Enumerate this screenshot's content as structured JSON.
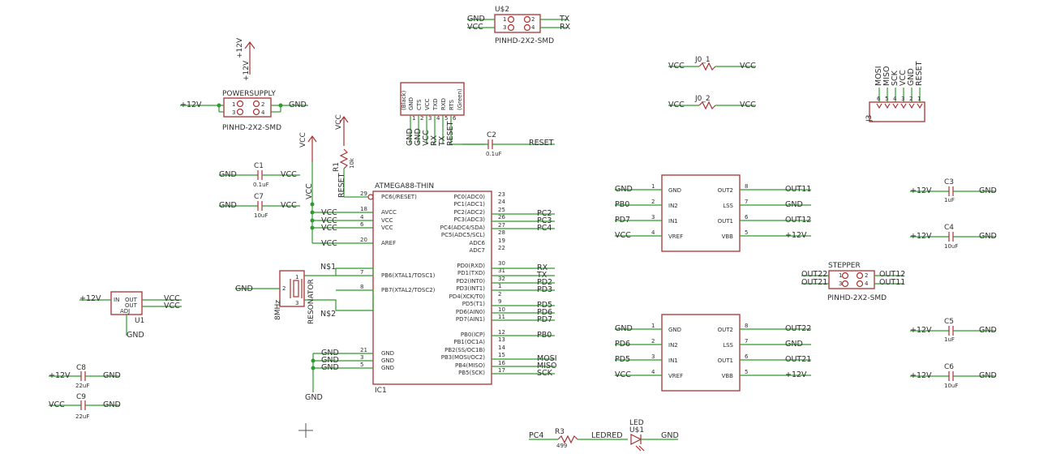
{
  "schematic": {
    "net_gnd": "GND",
    "net_vcc": "VCC",
    "net_12v": "+12V",
    "net_reset": "RESET",
    "net_tx": "TX",
    "net_rx": "RX",
    "net_mosi": "MOSI",
    "net_miso": "MISO",
    "net_sck": "SCK",
    "net_pc2": "PC2",
    "net_pc3": "PC3",
    "net_pc4": "PC4",
    "net_pd2": "PD2",
    "net_pd3": "PD3",
    "net_pd5": "PD5",
    "net_pd6": "PD6",
    "net_pd7": "PD7",
    "net_pb0": "PB0",
    "net_pd5b": "PD5",
    "net_n1": "N$1",
    "net_n2": "N$2",
    "net_ledred": "LEDRED",
    "net_out11": "OUT11",
    "net_out12": "OUT12",
    "net_out21": "OUT21",
    "net_out22": "OUT22",
    "u2": {
      "name": "U$2",
      "value": "PINHD-2X2-SMD",
      "pins": [
        "1",
        "2",
        "3",
        "4"
      ]
    },
    "powersupply": {
      "name": "POWERSUPPLY",
      "value": "PINHD-2X2-SMD",
      "pins": [
        "1",
        "2",
        "3",
        "4"
      ]
    },
    "stepper": {
      "name": "STEPPER",
      "value": "PINHD-2X2-SMD",
      "pins": [
        "1",
        "2",
        "3",
        "4"
      ]
    },
    "j3": {
      "name": "J3",
      "pins": [
        "6",
        "5",
        "4",
        "3",
        "2",
        "1"
      ]
    },
    "ftdi": {
      "pin_labels": [
        "(Black)",
        "GND",
        "CTS",
        "VCC",
        "TXD",
        "RXD",
        "RTS",
        "(Green)"
      ],
      "pin_nums": [
        "1",
        "2",
        "3",
        "4",
        "5",
        "6"
      ]
    },
    "c1": {
      "name": "C1",
      "value": "0.1uF"
    },
    "c2": {
      "name": "C2",
      "value": "0.1uF"
    },
    "c3": {
      "name": "C3",
      "value": "1uF"
    },
    "c4": {
      "name": "C4",
      "value": "10uF"
    },
    "c5": {
      "name": "C5",
      "value": "1uF"
    },
    "c6": {
      "name": "C6",
      "value": "10uF"
    },
    "c7": {
      "name": "C7",
      "value": "10uF"
    },
    "c8": {
      "name": "C8",
      "value": "22uF"
    },
    "c9": {
      "name": "C9",
      "value": "22uF"
    },
    "r1": {
      "name": "R1",
      "value": "10k"
    },
    "r3": {
      "name": "R3",
      "value": "499"
    },
    "j01": {
      "name": "J0_1"
    },
    "j02": {
      "name": "J0_2"
    },
    "u1": {
      "name": "U1",
      "in": "IN",
      "out": "OUT",
      "adj": "ADJ"
    },
    "led": {
      "name": "U$1",
      "value": "LED"
    },
    "resonator": {
      "name": "RESONATOR",
      "value": "8MHz",
      "pins": [
        "1",
        "2",
        "3"
      ]
    },
    "ic1": {
      "name": "IC1",
      "value": "ATMEGA88-THIN",
      "left_pins": [
        {
          "num": "29",
          "label": "PC6(/RESET)"
        },
        {
          "num": "18",
          "label": "AVCC"
        },
        {
          "num": "4",
          "label": "VCC"
        },
        {
          "num": "6",
          "label": "VCC"
        },
        {
          "num": "20",
          "label": "AREF"
        },
        {
          "num": "7",
          "label": "PB6(XTAL1/TOSC1)"
        },
        {
          "num": "8",
          "label": "PB7(XTAL2/TOSC2)"
        },
        {
          "num": "21",
          "label": "GND"
        },
        {
          "num": "3",
          "label": "GND"
        },
        {
          "num": "5",
          "label": "GND"
        }
      ],
      "right_pins": [
        {
          "num": "23",
          "label": "PC0(ADC0)"
        },
        {
          "num": "24",
          "label": "PC1(ADC1)"
        },
        {
          "num": "25",
          "label": "PC2(ADC2)"
        },
        {
          "num": "26",
          "label": "PC3(ADC3)"
        },
        {
          "num": "27",
          "label": "PC4(ADC4/SDA)"
        },
        {
          "num": "28",
          "label": "PC5(ADC5/SCL)"
        },
        {
          "num": "19",
          "label": "ADC6"
        },
        {
          "num": "22",
          "label": "ADC7"
        },
        {
          "num": "30",
          "label": "PD0(RXD)"
        },
        {
          "num": "31",
          "label": "PD1(TXD)"
        },
        {
          "num": "32",
          "label": "PD2(INT0)"
        },
        {
          "num": "1",
          "label": "PD3(INT1)"
        },
        {
          "num": "2",
          "label": "PD4(XCK/T0)"
        },
        {
          "num": "9",
          "label": "PD5(T1)"
        },
        {
          "num": "10",
          "label": "PD6(AIN0)"
        },
        {
          "num": "11",
          "label": "PD7(AIN1)"
        },
        {
          "num": "12",
          "label": "PB0(ICP)"
        },
        {
          "num": "13",
          "label": "PB1(OC1A)"
        },
        {
          "num": "14",
          "label": "PB2(SS/OC1B)"
        },
        {
          "num": "15",
          "label": "PB3(MOSI/OC2)"
        },
        {
          "num": "16",
          "label": "PB4(MISO)"
        },
        {
          "num": "17",
          "label": "PB5(SCK)"
        }
      ]
    },
    "driver": {
      "left_pins": [
        {
          "num": "1",
          "label": "GND"
        },
        {
          "num": "2",
          "label": "IN2"
        },
        {
          "num": "3",
          "label": "IN1"
        },
        {
          "num": "4",
          "label": "VREF"
        }
      ],
      "right_pins": [
        {
          "num": "8",
          "label": "OUT2"
        },
        {
          "num": "7",
          "label": "LSS"
        },
        {
          "num": "6",
          "label": "OUT1"
        },
        {
          "num": "5",
          "label": "VBB"
        }
      ]
    }
  }
}
